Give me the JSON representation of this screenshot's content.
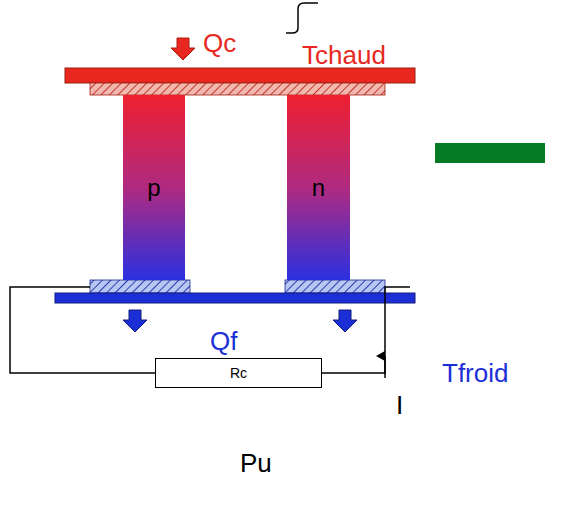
{
  "diagram": {
    "nodes": [
      {
        "text": [
          "p"
        ]
      },
      {
        "text": [
          "n"
        ]
      },
      {
        "text": [
          "Rc"
        ]
      }
    ],
    "labels": [
      "Qc",
      "Tchaud",
      "Tfroid",
      "Qf",
      "I",
      "Pu"
    ]
  }
}
